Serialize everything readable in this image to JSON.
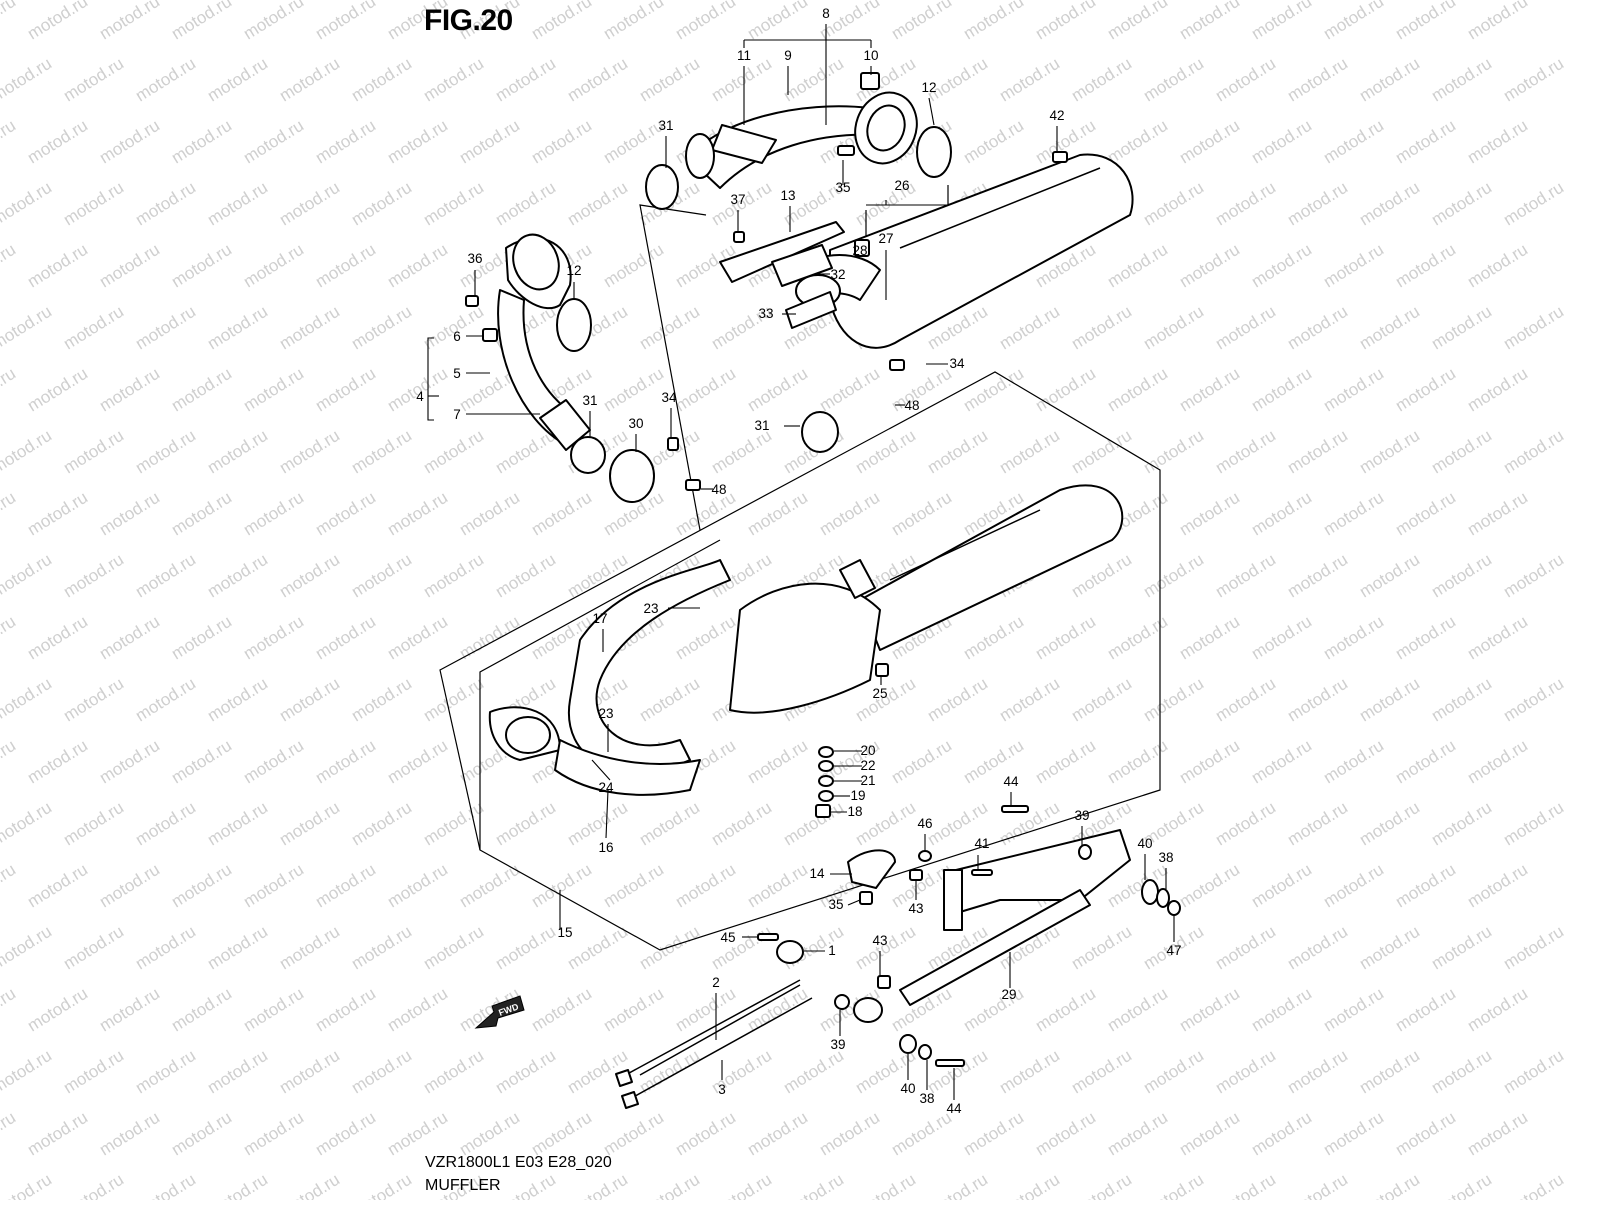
{
  "figure": {
    "title": "FIG.20",
    "model_code": "VZR1800L1 E03 E28_020",
    "name": "MUFFLER",
    "direction_label": "FWD",
    "watermark": "motod.ru"
  },
  "callouts": [
    {
      "id": "c-8-top",
      "text": "8"
    },
    {
      "id": "c-11-top",
      "text": "11"
    },
    {
      "id": "c-9",
      "text": "9"
    },
    {
      "id": "c-10",
      "text": "10"
    },
    {
      "id": "c-12-top",
      "text": "12"
    },
    {
      "id": "c-31-top",
      "text": "31"
    },
    {
      "id": "c-42",
      "text": "42"
    },
    {
      "id": "c-35-top",
      "text": "35"
    },
    {
      "id": "c-26",
      "text": "26"
    },
    {
      "id": "c-37",
      "text": "37"
    },
    {
      "id": "c-13",
      "text": "13"
    },
    {
      "id": "c-28",
      "text": "28"
    },
    {
      "id": "c-27",
      "text": "27"
    },
    {
      "id": "c-36",
      "text": "36"
    },
    {
      "id": "c-12-mid",
      "text": "12"
    },
    {
      "id": "c-32",
      "text": "32"
    },
    {
      "id": "c-33",
      "text": "33"
    },
    {
      "id": "c-6",
      "text": "6"
    },
    {
      "id": "c-5",
      "text": "5"
    },
    {
      "id": "c-4",
      "text": "4"
    },
    {
      "id": "c-7",
      "text": "7"
    },
    {
      "id": "c-34-right",
      "text": "34"
    },
    {
      "id": "c-48-right",
      "text": "48"
    },
    {
      "id": "c-31-mid",
      "text": "31"
    },
    {
      "id": "c-31-right",
      "text": "31"
    },
    {
      "id": "c-30",
      "text": "30"
    },
    {
      "id": "c-34-left",
      "text": "34"
    },
    {
      "id": "c-48-left",
      "text": "48"
    },
    {
      "id": "c-17",
      "text": "17"
    },
    {
      "id": "c-23-top",
      "text": "23"
    },
    {
      "id": "c-25",
      "text": "25"
    },
    {
      "id": "c-23-bottom",
      "text": "23"
    },
    {
      "id": "c-20",
      "text": "20"
    },
    {
      "id": "c-22",
      "text": "22"
    },
    {
      "id": "c-21",
      "text": "21"
    },
    {
      "id": "c-24",
      "text": "24"
    },
    {
      "id": "c-19",
      "text": "19"
    },
    {
      "id": "c-44-top",
      "text": "44"
    },
    {
      "id": "c-18",
      "text": "18"
    },
    {
      "id": "c-16",
      "text": "16"
    },
    {
      "id": "c-39-top",
      "text": "39"
    },
    {
      "id": "c-46",
      "text": "46"
    },
    {
      "id": "c-41",
      "text": "41"
    },
    {
      "id": "c-40-top",
      "text": "40"
    },
    {
      "id": "c-38-top",
      "text": "38"
    },
    {
      "id": "c-14",
      "text": "14"
    },
    {
      "id": "c-43-top",
      "text": "43"
    },
    {
      "id": "c-35-bottom",
      "text": "35"
    },
    {
      "id": "c-15",
      "text": "15"
    },
    {
      "id": "c-47",
      "text": "47"
    },
    {
      "id": "c-45",
      "text": "45"
    },
    {
      "id": "c-1",
      "text": "1"
    },
    {
      "id": "c-43-bottom",
      "text": "43"
    },
    {
      "id": "c-2",
      "text": "2"
    },
    {
      "id": "c-29",
      "text": "29"
    },
    {
      "id": "c-39-bottom",
      "text": "39"
    },
    {
      "id": "c-3",
      "text": "3"
    },
    {
      "id": "c-40-bottom",
      "text": "40"
    },
    {
      "id": "c-38-bottom",
      "text": "38"
    },
    {
      "id": "c-44-bottom",
      "text": "44"
    }
  ]
}
